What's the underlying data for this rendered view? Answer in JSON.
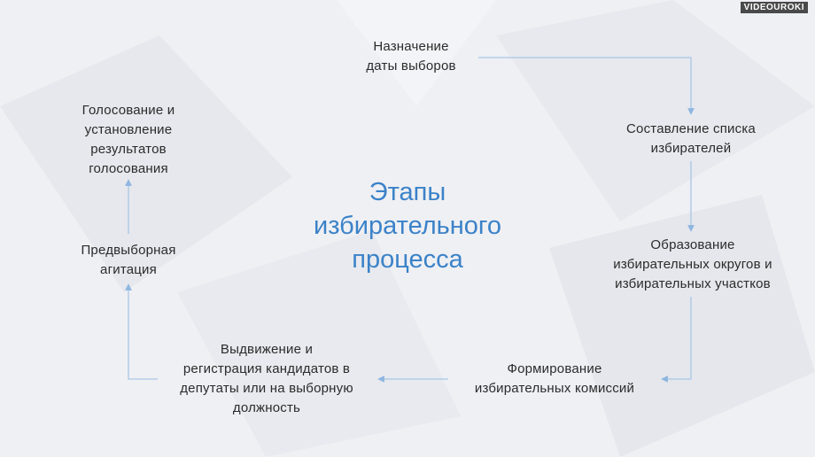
{
  "logo": "VIDEOUROKI",
  "title_lines": [
    "Этапы",
    "избирательного",
    "процесса"
  ],
  "stages": [
    {
      "lines": [
        "Назначение",
        "даты выборов"
      ]
    },
    {
      "lines": [
        "Составление списка",
        "избирателей"
      ]
    },
    {
      "lines": [
        "Образование",
        "избирательных округов и",
        "избирательных участков"
      ]
    },
    {
      "lines": [
        "Формирование",
        "избирательных комиссий"
      ]
    },
    {
      "lines": [
        "Выдвижение и",
        "регистрация кандидатов в",
        "депутаты или на выборную",
        "должность"
      ]
    },
    {
      "lines": [
        "Предвыборная",
        "агитация"
      ]
    },
    {
      "lines": [
        "Голосование и",
        "установление",
        "результатов",
        "голосования"
      ]
    }
  ],
  "colors": {
    "accent": "#3b82c8",
    "connector": "#8fb6e0",
    "background": "#eff0f4"
  }
}
